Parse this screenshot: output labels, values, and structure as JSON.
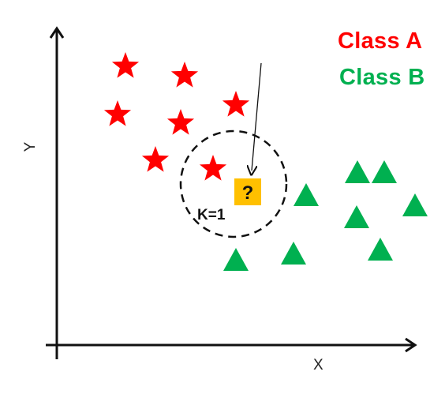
{
  "axes": {
    "x_label": "X",
    "y_label": "Y"
  },
  "legend": [
    {
      "label": "Class A",
      "color": "#ff0000",
      "marker": "star-icon"
    },
    {
      "label": "Class B",
      "color": "#00b050",
      "marker": "triangle-icon"
    }
  ],
  "neighborhood": {
    "label": "K=1",
    "style": "dashed-circle"
  },
  "query": {
    "label": "?",
    "color": "#ffc000"
  }
}
